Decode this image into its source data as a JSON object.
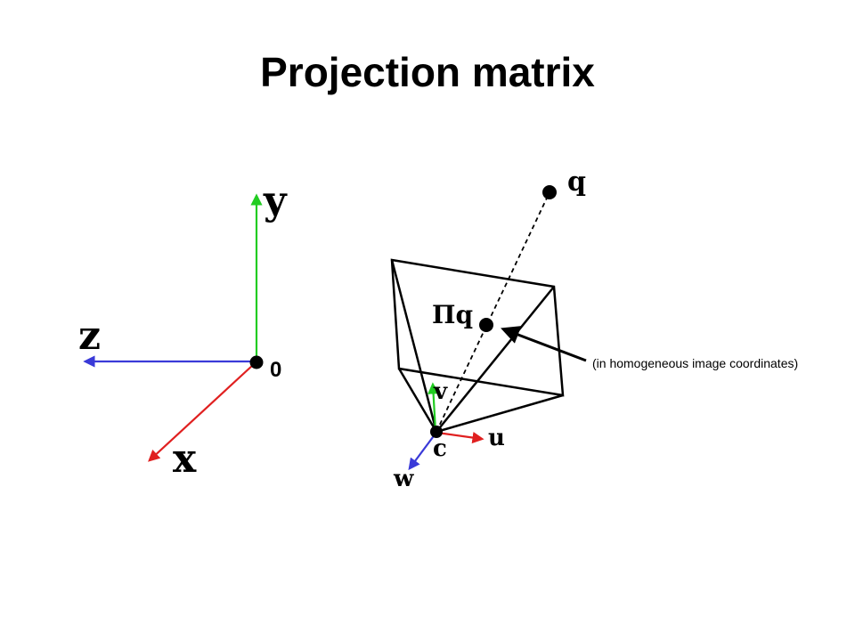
{
  "slide": {
    "title": "Projection matrix"
  },
  "world_frame": {
    "y_label": "y",
    "z_label": "z",
    "x_label": "x",
    "origin_label": "0",
    "y_color": "#22cc22",
    "z_color": "#3a3ad8",
    "x_color": "#e02020"
  },
  "camera": {
    "point_label": "q",
    "projected_label": "Πq",
    "center_label": "c",
    "u_label": "u",
    "v_label": "v",
    "w_label": "w",
    "annotation": "(in homogeneous image coordinates)",
    "u_color": "#e02020",
    "v_color": "#22cc22",
    "w_color": "#3a3ad8"
  }
}
